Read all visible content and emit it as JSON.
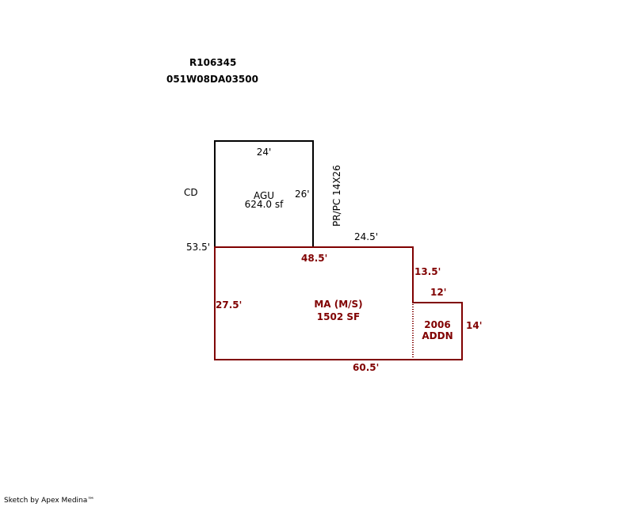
{
  "header": {
    "account": "R106345",
    "map_number": "051W08DA03500"
  },
  "colors": {
    "main": "#800000",
    "garage": "#000000"
  },
  "labels": {
    "cd": "CD",
    "agu_name": "AGU",
    "agu_area": "624.0 sf",
    "agu_top": "24'",
    "agu_right": "26'",
    "left_total": "53.5'",
    "porch": "PR/PC 14X26",
    "top_right": "24.5'",
    "main_top": "48.5'",
    "main_right": "13.5'",
    "addn_top": "12'",
    "main_left": "27.5'",
    "main_name": "MA (M/S)",
    "main_area": "1502 SF",
    "addn_year": "2006",
    "addn_name": "ADDN",
    "addn_right": "14'",
    "bottom": "60.5'"
  },
  "footer": "Sketch by Apex Medina™"
}
